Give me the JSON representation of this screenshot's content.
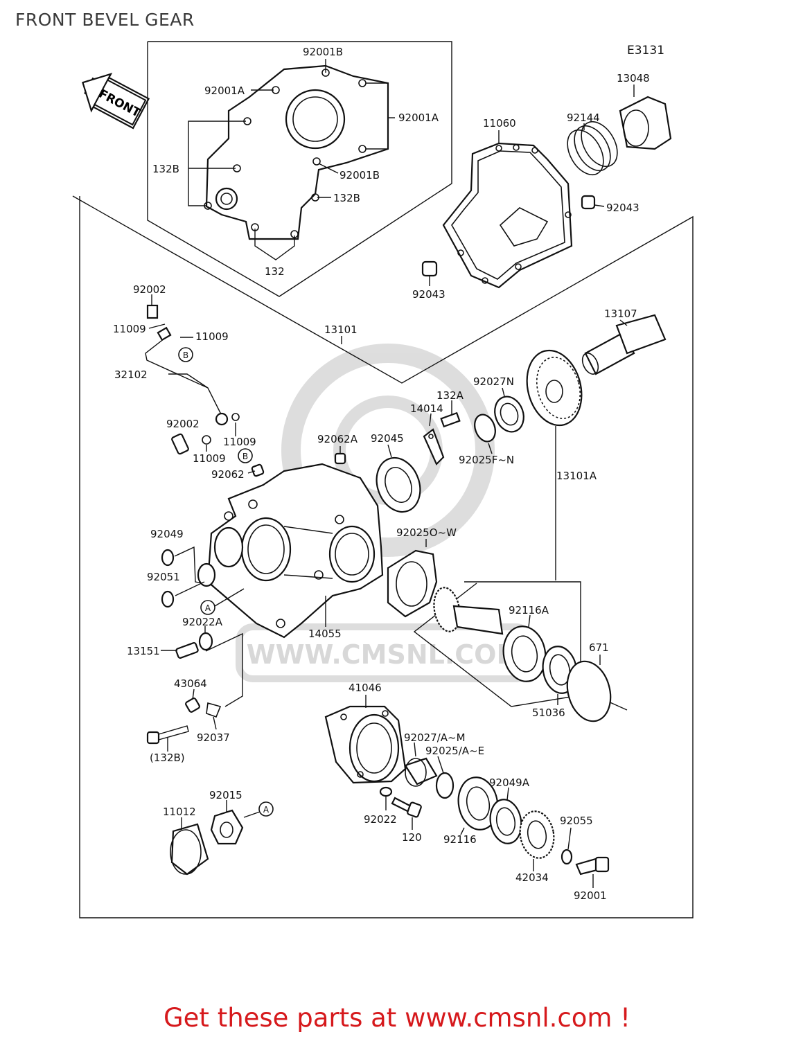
{
  "page_title": "FRONT BEVEL GEAR",
  "diagram_code": "E3131",
  "front_arrow_label": "FRONT",
  "watermark_url": "WWW.CMSNL.COM",
  "footer_banner": "Get these parts at www.cmsnl.com !",
  "callouts": [
    "A",
    "B"
  ],
  "part_labels": {
    "p92001B_top": "92001B",
    "p92001A_left": "92001A",
    "p92001A_right": "92001A",
    "p92001B_mid": "92001B",
    "p132B_left": "132B",
    "p132B_right": "132B",
    "p132": "132",
    "p13048": "13048",
    "p92144": "92144",
    "p11060": "11060",
    "p92043_right": "92043",
    "p92043_left": "92043",
    "p92002_top": "92002",
    "p11009_a": "11009",
    "p11009_b": "11009",
    "p13101": "13101",
    "p13107": "13107",
    "p32102": "32102",
    "p92027N": "92027N",
    "p132A": "132A",
    "p14014": "14014",
    "p92002_mid": "92002",
    "p11009_c": "11009",
    "p11009_d": "11009",
    "p92062A": "92062A",
    "p92045": "92045",
    "p92025FN": "92025F~N",
    "p13101A": "13101A",
    "p92062": "92062",
    "p92049": "92049",
    "p92025OW": "92025O~W",
    "p92051": "92051",
    "p92022A": "92022A",
    "p14055": "14055",
    "p92116A": "92116A",
    "p13151": "13151",
    "p671": "671",
    "p43064": "43064",
    "p41046": "41046",
    "p51036": "51036",
    "p92037": "92037",
    "p132B_paren": "(132B)",
    "p92027AM": "92027/A~M",
    "p92025AE": "92025/A~E",
    "p92049A": "92049A",
    "p92015": "92015",
    "p11012": "11012",
    "p92055": "92055",
    "p92022": "92022",
    "p120": "120",
    "p92116": "92116",
    "p42034": "42034",
    "p92001": "92001"
  }
}
